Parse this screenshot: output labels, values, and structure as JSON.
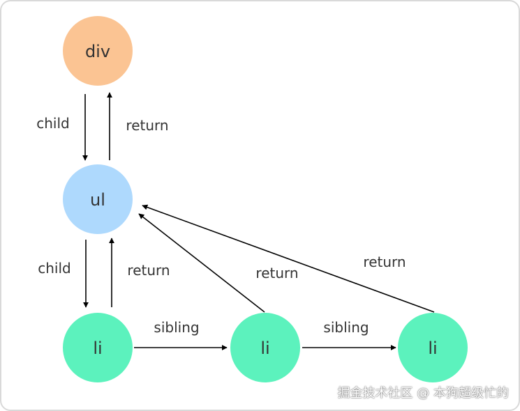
{
  "colors": {
    "div_node": "#fbc493",
    "ul_node": "#aed9fd",
    "li_node": "#5cf2bd",
    "edge": "#000000",
    "frame": "#d9d9d9"
  },
  "nodes": {
    "div": {
      "label": "div"
    },
    "ul": {
      "label": "ul"
    },
    "li_1": {
      "label": "li"
    },
    "li_2": {
      "label": "li"
    },
    "li_3": {
      "label": "li"
    }
  },
  "edges": {
    "div_ul_child": {
      "label": "child"
    },
    "ul_div_return": {
      "label": "return"
    },
    "ul_li1_child": {
      "label": "child"
    },
    "li1_ul_return": {
      "label": "return"
    },
    "li1_li2_sibling": {
      "label": "sibling"
    },
    "li2_li3_sibling": {
      "label": "sibling"
    },
    "li2_ul_return": {
      "label": "return"
    },
    "li3_ul_return": {
      "label": "return"
    }
  },
  "watermark": "掘金技术社区 @ 本狗超级忙的"
}
